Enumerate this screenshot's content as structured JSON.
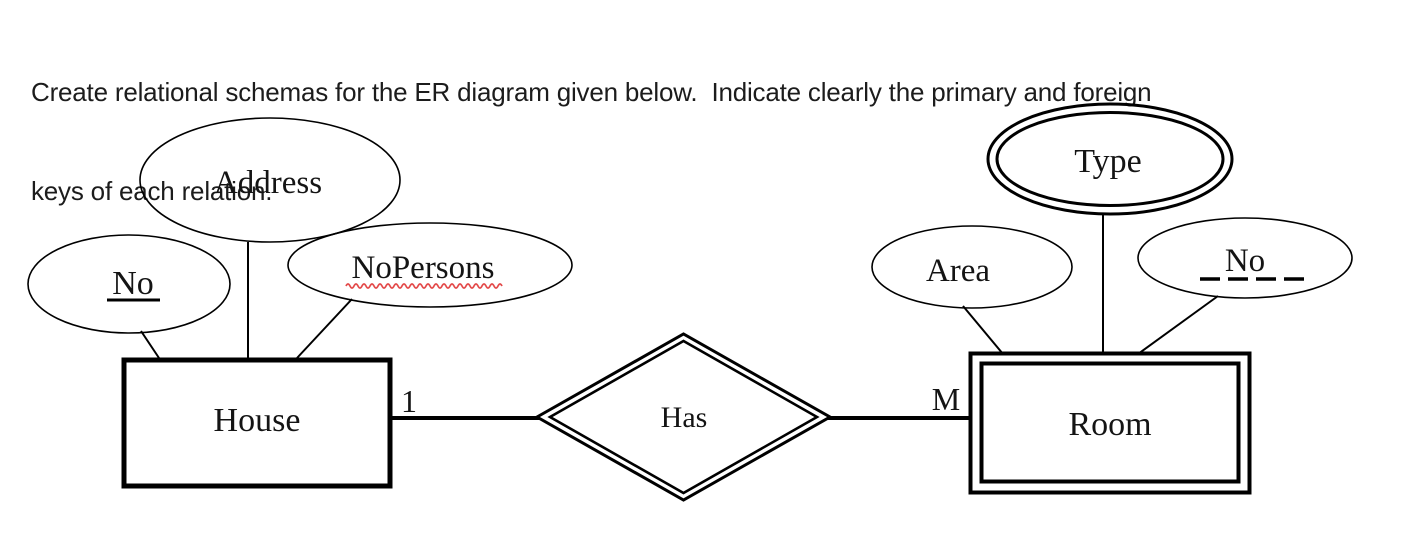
{
  "instruction": {
    "line1": "Create relational schemas for the ER diagram given below.  Indicate clearly the primary and foreign",
    "line2": "keys of each relation."
  },
  "diagram": {
    "entities": {
      "house": {
        "label": "House",
        "notation": "strong entity - single rectangle"
      },
      "room": {
        "label": "Room",
        "notation": "weak entity - double rectangle"
      }
    },
    "relationship": {
      "label": "Has",
      "notation": "identifying relationship - double diamond",
      "cardinality": {
        "house_side": "1",
        "room_side": "M"
      }
    },
    "attributes": {
      "house": [
        {
          "label": "No",
          "notation": "key attribute - solid underline"
        },
        {
          "label": "Address",
          "notation": "simple attribute"
        },
        {
          "label": "NoPersons",
          "notation": "simple attribute with red spellcheck squiggle"
        }
      ],
      "room": [
        {
          "label": "Area",
          "notation": "simple attribute"
        },
        {
          "label": "Type",
          "notation": "multivalued attribute - double ellipse"
        },
        {
          "label": "No",
          "notation": "partial key - dashed underline"
        }
      ]
    },
    "colors": {
      "ink": "#000000",
      "background": "#ffffff",
      "spellcheck_squiggle": "#e34b4b"
    }
  }
}
